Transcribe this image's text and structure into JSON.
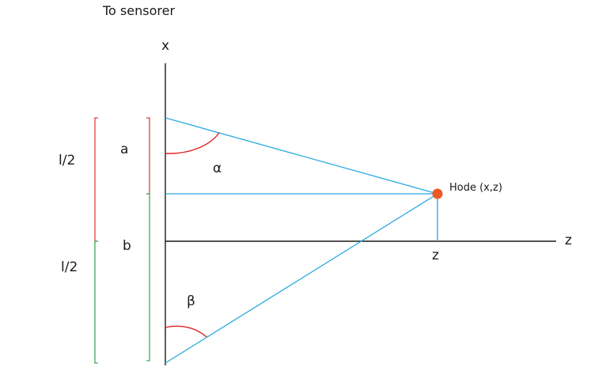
{
  "title": "To sensorer",
  "axes": {
    "x_label": "x",
    "z_label": "z"
  },
  "labels": {
    "half_length_top": "l/2",
    "half_length_bottom": "l/2",
    "segment_a": "a",
    "segment_b": "b",
    "angle_alpha": "α",
    "angle_beta": "β",
    "node": "Hode (x,z)",
    "z_tick": "z"
  },
  "colors": {
    "axis": "#1a1a1a",
    "ray": "#29a9e0",
    "bracket_red": "#e04040",
    "bracket_green": "#3cae54",
    "node_fill": "#ef5a24",
    "angle_arc": "#e02020"
  }
}
